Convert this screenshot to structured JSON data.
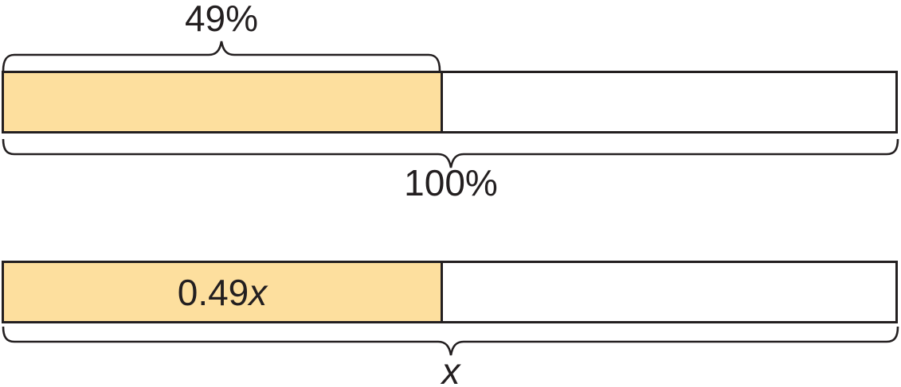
{
  "colors": {
    "bar_fill": "#FDDF9E",
    "line": "#231F20",
    "background": "#FFFFFF",
    "unshaded_fill": "#FFFFFF"
  },
  "top_diagram": {
    "shaded_brace_label": "49%",
    "total_brace_label": "100%"
  },
  "bottom_diagram": {
    "shaded_label_coefficient": "0.49",
    "shaded_label_variable": "x",
    "total_brace_label": "x"
  },
  "chart_data": {
    "type": "bar",
    "bars": [
      {
        "shaded_label": "49%",
        "total_label": "100%",
        "shaded_value": 49,
        "total_value": 100,
        "shaded_fraction": 0.49
      },
      {
        "shaded_label": "0.49x",
        "total_label": "x",
        "shaded_fraction": 0.49
      }
    ],
    "title": "",
    "legend": false,
    "grid": false
  }
}
